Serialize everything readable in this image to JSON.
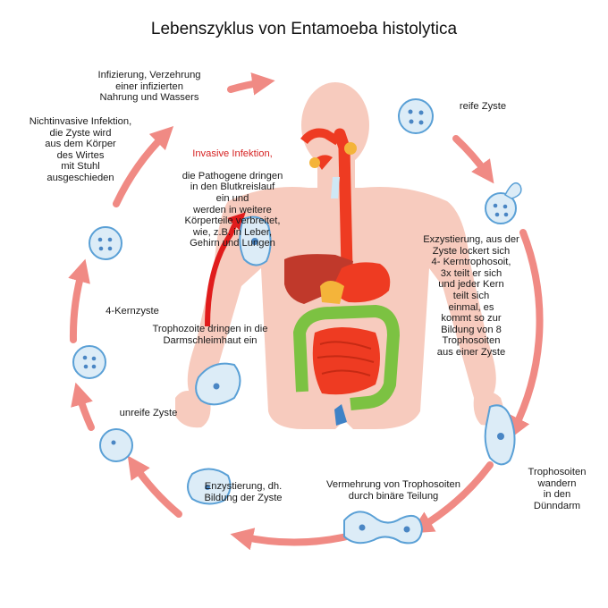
{
  "title": "Lebenszyklus von Entamoeba histolytica",
  "labels": {
    "infection": "Infizierung, Verzehrung\neiner infizierten\nNahrung und Wassers",
    "mature_cyst": "reife Zyste",
    "noninvasive": "Nichtinvasive Infektion,\ndie Zyste wird\naus dem Körper\ndes Wirtes\nmit Stuhl\nausgeschieden",
    "invasive_heading": "Invasive Infektion,",
    "invasive_body": "die Pathogene dringen\nin den Blutkreislauf\nein und\nwerden in weitere\nKörperteile verbreitet,\nwie, z.B. in Leber,\nGehirn und Lungen",
    "excystation": "Exzystierung, aus der\nZyste lockert sich\n4- Kerntrophosoit,\n3x teilt er sich\nund jeder Kern\nteilt sich\neinmal, es\nkommt so zur\nBildung von 8\nTrophosoiten\naus einer Zyste",
    "four_nucleus_cyst": "4-Kernzyste",
    "trophozoites_penetrate": "Trophozoite dringen in die\nDarmschleimhaut ein",
    "immature_cyst": "unreife Zyste",
    "encystation": "Enzystierung, dh.\nBildung der Zyste",
    "binary_fission": "Vermehrung von Trophosoiten\ndurch binäre Teilung",
    "trophozoites_migrate": "Trophosoiten\nwandern\nin den\nDünndarm"
  },
  "colors": {
    "cycle_arrow": "#f08a84",
    "invasive_arrow": "#e01c1c",
    "body": "#f7cbbe",
    "organ_red": "#ee3b22",
    "intestine_green": "#7cc242",
    "liver": "#c0392b",
    "cyst_fill": "#dcecf7",
    "cyst_stroke": "#5aa0d6",
    "nucleus": "#4a86c4"
  }
}
